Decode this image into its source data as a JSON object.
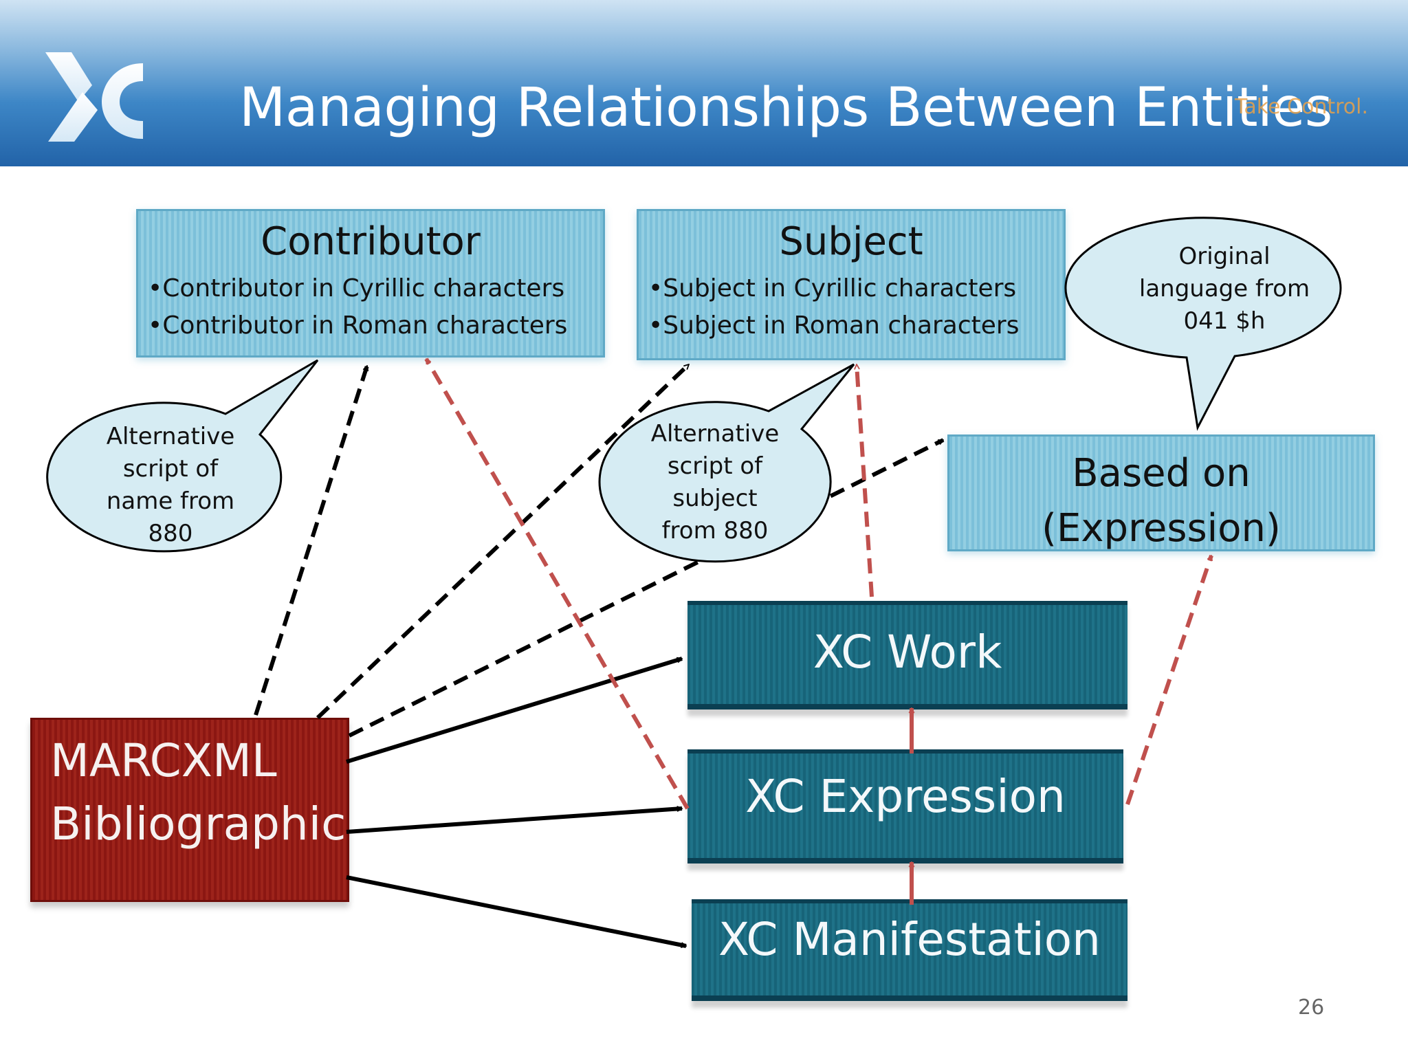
{
  "slide": {
    "title": "Managing Relationships Between Entities",
    "tagline": "Take Control.",
    "page_number": "26"
  },
  "nodes": {
    "contributor": {
      "title": "Contributor",
      "bullets": [
        "Contributor in Cyrillic characters",
        "Contributor in Roman characters"
      ]
    },
    "subject": {
      "title": "Subject",
      "bullets": [
        "Subject in Cyrillic characters",
        "Subject in Roman characters"
      ]
    },
    "based_on": {
      "line1": "Based on",
      "line2": "(Expression)"
    },
    "xc_work": {
      "label": "XC Work"
    },
    "xc_expression": {
      "label": "XC Expression"
    },
    "xc_manifestation": {
      "label": "XC Manifestation"
    },
    "marcxml": {
      "line1": "MARCXML",
      "line2": "Bibliographic"
    }
  },
  "callouts": {
    "alt_name": [
      "Alternative",
      "script of",
      "name from",
      "880"
    ],
    "alt_subject": [
      "Alternative",
      "script of",
      "subject",
      "from 880"
    ],
    "original_language": [
      "Original",
      "language from",
      "041 $h"
    ]
  },
  "colors": {
    "dashed_black": "#000000",
    "dashed_red": "#c0504d",
    "solid_black": "#000000",
    "callout_fill": "#d6ecf3"
  }
}
